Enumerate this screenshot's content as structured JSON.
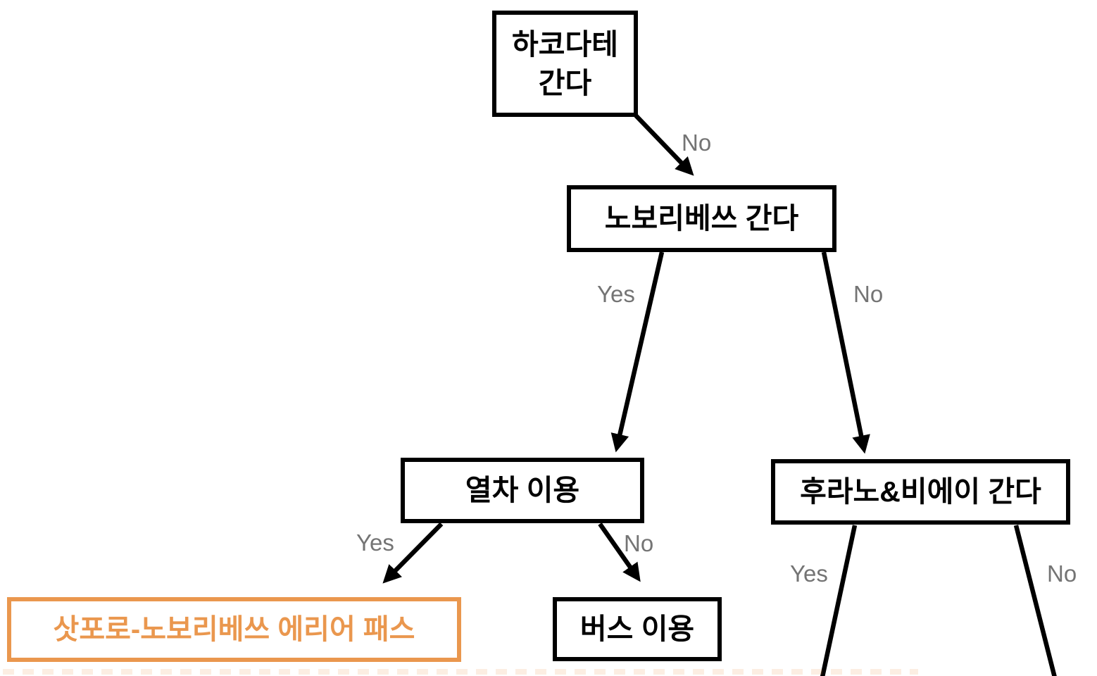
{
  "colors": {
    "accent_orange": "#EA974E",
    "edge_label": "#747474",
    "node_border": "#000000",
    "node_text": "#000000",
    "background": "#FFFFFF"
  },
  "diagram": {
    "type": "decision-flowchart",
    "nodes": [
      {
        "id": "go-hakodate",
        "label": "하코다테\n간다"
      },
      {
        "id": "go-noboribetsu",
        "label": "노보리베쓰 간다"
      },
      {
        "id": "use-train",
        "label": "열차 이용"
      },
      {
        "id": "go-furano-biei",
        "label": "후라노&비에이 간다"
      },
      {
        "id": "use-bus",
        "label": "버스 이용"
      },
      {
        "id": "sapporo-noboribetsu-area-pass",
        "label": "삿포로-노보리베쓰 에리어 패스",
        "highlight": true
      }
    ],
    "edges": [
      {
        "from": "go-hakodate",
        "to": "go-noboribetsu",
        "label": "No"
      },
      {
        "from": "go-noboribetsu",
        "to": "use-train",
        "label": "Yes"
      },
      {
        "from": "go-noboribetsu",
        "to": "go-furano-biei",
        "label": "No"
      },
      {
        "from": "use-train",
        "to": "sapporo-noboribetsu-area-pass",
        "label": "Yes"
      },
      {
        "from": "use-train",
        "to": "use-bus",
        "label": "No"
      },
      {
        "from": "go-furano-biei",
        "to": "(offscreen-bottom)",
        "label": "Yes"
      },
      {
        "from": "go-furano-biei",
        "to": "(offscreen-bottom)",
        "label": "No"
      }
    ]
  }
}
